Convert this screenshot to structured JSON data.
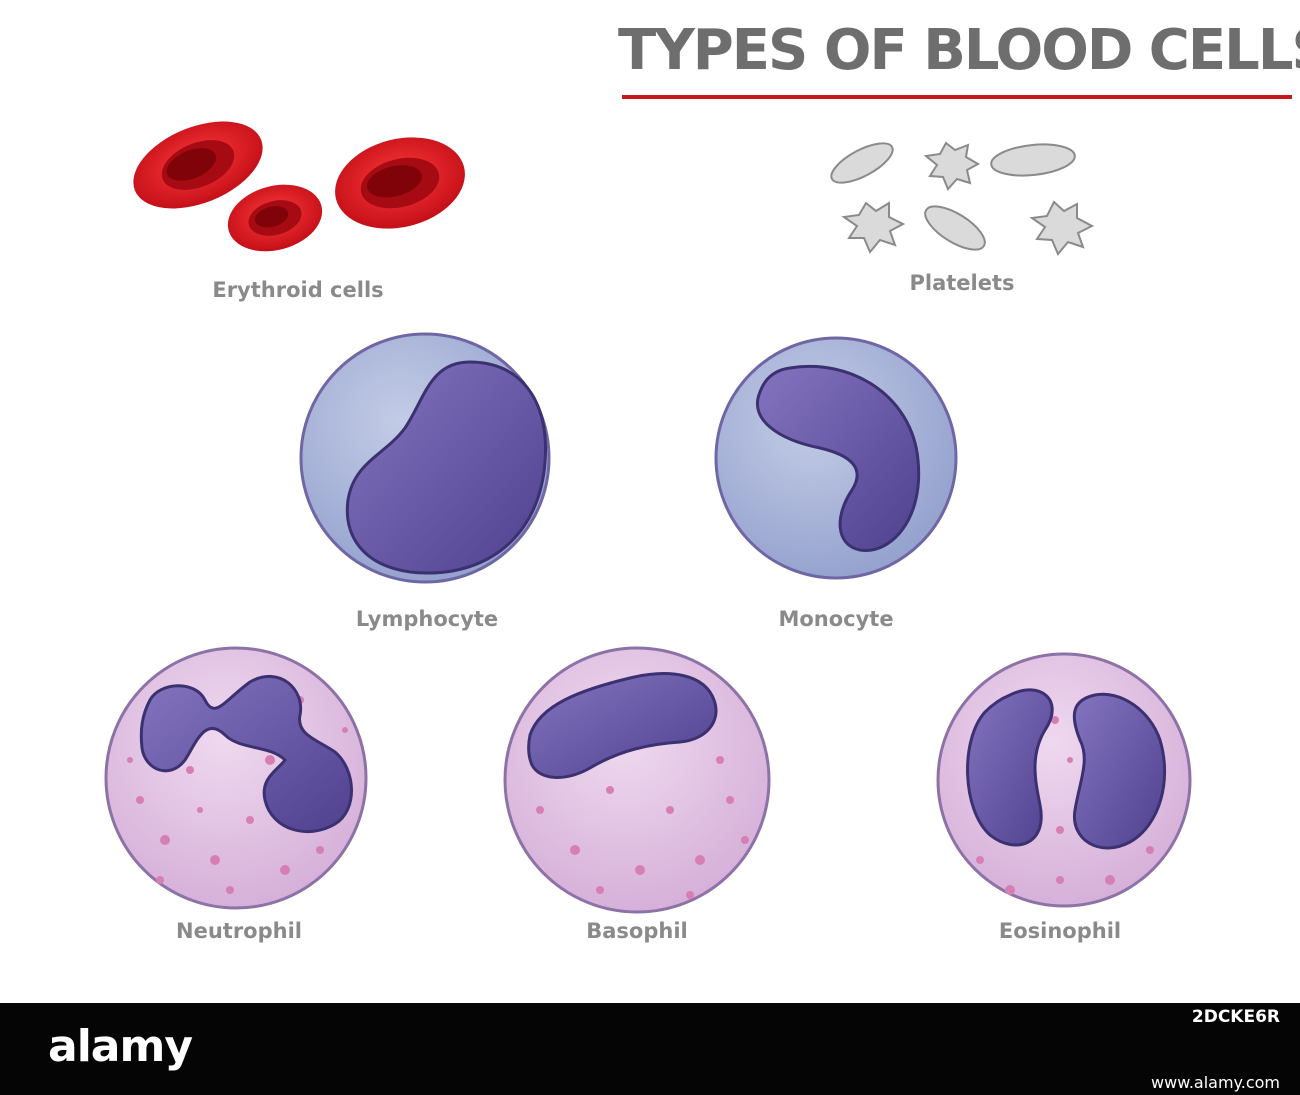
{
  "title": "TYPES OF BLOOD CELLS",
  "colors": {
    "title_underline": "#c8161d",
    "erythroid": "#d8121b",
    "platelet": "#d9d9d9",
    "lymphocyte_cytoplasm": "#a8b4d6",
    "nucleus": "#6b5aa6",
    "granulocyte_cytoplasm": "#e3c5e3",
    "granule": "#d67fb4"
  },
  "labels": {
    "erythroid": "Erythroid cells",
    "platelets": "Platelets",
    "lymphocyte": "Lymphocyte",
    "monocyte": "Monocyte",
    "neutrophil": "Neutrophil",
    "basophil": "Basophil",
    "eosinophil": "Eosinophil"
  },
  "watermark": {
    "logo": "alamy",
    "image_id": "2DCKE6R",
    "url": "www.alamy.com"
  }
}
